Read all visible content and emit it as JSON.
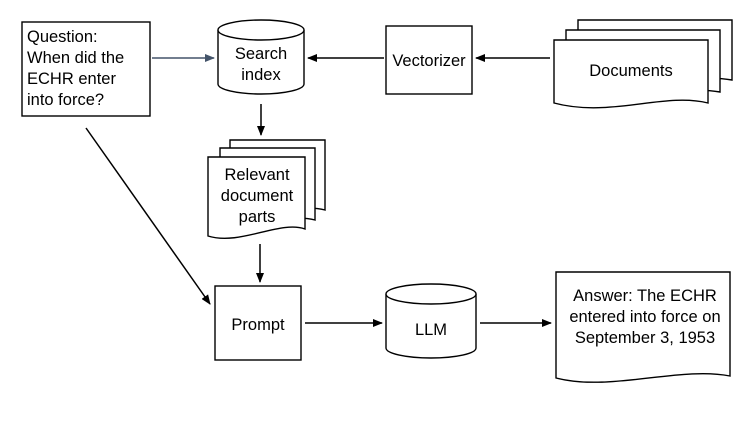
{
  "nodes": {
    "question": {
      "lines": [
        "Question:",
        "When did the",
        "ECHR enter",
        "into force?"
      ]
    },
    "search_index": {
      "lines": [
        "Search",
        "index"
      ]
    },
    "vectorizer": {
      "lines": [
        "Vectorizer"
      ]
    },
    "documents": {
      "lines": [
        "Documents"
      ]
    },
    "relevant_parts": {
      "lines": [
        "Relevant",
        "document",
        "parts"
      ]
    },
    "prompt": {
      "lines": [
        "Prompt"
      ]
    },
    "llm": {
      "lines": [
        "LLM"
      ]
    },
    "answer": {
      "lines": [
        "Answer: The ECHR",
        "entered into force on",
        "September 3, 1953"
      ]
    }
  },
  "colors": {
    "stroke": "#000000",
    "question_arrow": "#44546a",
    "background": "#ffffff"
  }
}
